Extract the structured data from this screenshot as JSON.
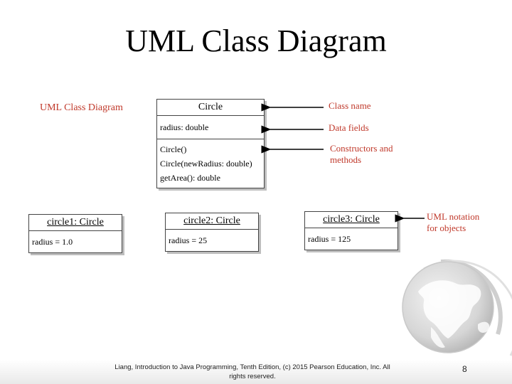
{
  "title": "UML Class Diagram",
  "diagram_caption": "UML Class Diagram",
  "class_box": {
    "name": "Circle",
    "fields": [
      "radius: double"
    ],
    "methods": [
      "Circle()",
      "Circle(newRadius: double)",
      "getArea(): double"
    ]
  },
  "annotations": {
    "class_name": "Class name",
    "data_fields": "Data fields",
    "constructors_line1": "Constructors and",
    "constructors_line2": "methods",
    "uml_notation_line1": "UML notation",
    "uml_notation_line2": "for objects"
  },
  "objects": [
    {
      "name": "circle1: Circle",
      "value": "radius = 1.0"
    },
    {
      "name": "circle2: Circle",
      "value": "radius = 25"
    },
    {
      "name": "circle3: Circle",
      "value": "radius = 125"
    }
  ],
  "footer": {
    "line1": "Liang, Introduction to Java Programming, Tenth Edition, (c) 2015 Pearson Education, Inc. All",
    "line2": "rights reserved."
  },
  "page_number": "8",
  "colors": {
    "accent_text": "#c0392b",
    "border": "#444444"
  },
  "decor": {
    "globe_icon": "globe-icon"
  }
}
